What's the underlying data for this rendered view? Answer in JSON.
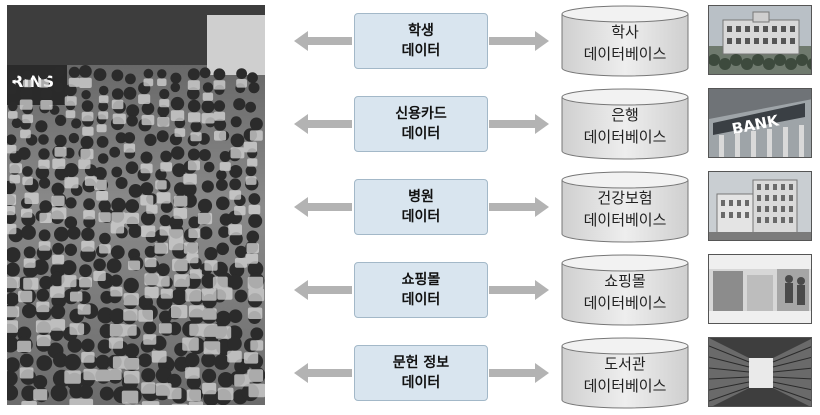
{
  "rows": [
    {
      "source_line1": "학생",
      "source_line2": "데이터",
      "db_line1": "학사",
      "db_line2": "데이터베이스"
    },
    {
      "source_line1": "신용카드",
      "source_line2": "데이터",
      "db_line1": "은행",
      "db_line2": "데이터베이스"
    },
    {
      "source_line1": "병원",
      "source_line2": "데이터",
      "db_line1": "건강보험",
      "db_line2": "데이터베이스"
    },
    {
      "source_line1": "쇼핑몰",
      "source_line2": "데이터",
      "db_line1": "쇼핑몰",
      "db_line2": "데이터베이스"
    },
    {
      "source_line1": "문헌 정보",
      "source_line2": "데이터",
      "db_line1": "도서관",
      "db_line2": "데이터베이스"
    }
  ],
  "bank_sign": "BANK",
  "colors": {
    "box_fill": "#d9e5ef",
    "arrow": "#b3b3b3",
    "db_fill": "#e3e3e3"
  },
  "icons": [
    "crowd-photo",
    "campus-building-photo",
    "bank-photo",
    "hospital-photo",
    "shopping-mall-photo",
    "library-photo"
  ]
}
